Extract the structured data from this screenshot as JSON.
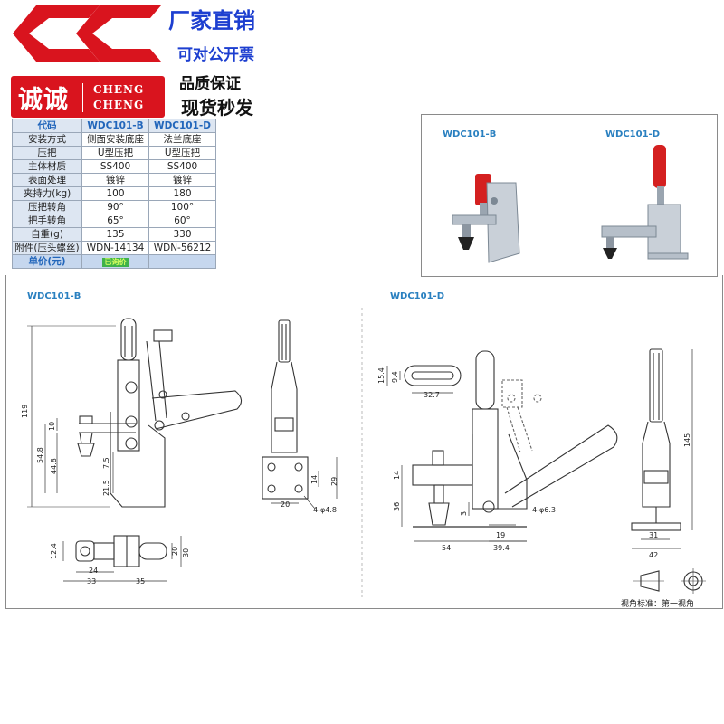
{
  "header": {
    "promo_lines": [
      "厂家直销",
      "可对公开票",
      "品质保证",
      "现货秒发"
    ],
    "brand_cn": "诚诚",
    "brand_en": [
      "CHENG",
      "CHENG"
    ]
  },
  "spec_table": {
    "headers": [
      "代码",
      "WDC101-B",
      "WDC101-D"
    ],
    "rows": [
      [
        "安装方式",
        "侧面安装底座",
        "法兰底座"
      ],
      [
        "压把",
        "U型压把",
        "U型压把"
      ],
      [
        "主体材质",
        "SS400",
        "SS400"
      ],
      [
        "表面处理",
        "镀锌",
        "镀锌"
      ],
      [
        "夹持力(kg)",
        "100",
        "180"
      ],
      [
        "压把转角",
        "90°",
        "100°"
      ],
      [
        "把手转角",
        "65°",
        "60°"
      ],
      [
        "自重(g)",
        "135",
        "330"
      ],
      [
        "附件(压头螺丝)",
        "WDN-14134",
        "WDN-56212"
      ]
    ],
    "price_label": "单价(元)",
    "price_badge": "已询价"
  },
  "photos": {
    "label_b": "WDC101-B",
    "label_d": "WDC101-D"
  },
  "drawings": {
    "label_b": "WDC101-B",
    "label_d": "WDC101-D",
    "dims_b": {
      "h119": "119",
      "h10": "10",
      "h54_8": "54.8",
      "h44_8": "44.8",
      "h21_5": "21.5",
      "h7_5": "7.5",
      "w20": "20",
      "h14": "14",
      "h29": "29",
      "hole": "4-φ4.8",
      "t12_4": "12.4",
      "t24": "24",
      "t33": "33",
      "t35": "35",
      "t20": "20",
      "t30": "30"
    },
    "dims_d": {
      "v15_4": "15.4",
      "v9_4": "9.4",
      "v32_7": "32.7",
      "h14": "14",
      "h36": "36",
      "h3": "3",
      "w19": "19",
      "w54": "54",
      "w39_4": "39.4",
      "hole": "4-φ6.3",
      "h145": "145",
      "w31": "31",
      "w42": "42"
    },
    "view_note": "视角标准：第一视角"
  },
  "colors": {
    "brand_red": "#d9141e",
    "promo_blue": "#1d3fd0",
    "label_blue": "#2a80c0",
    "handle_red": "#d42020"
  }
}
